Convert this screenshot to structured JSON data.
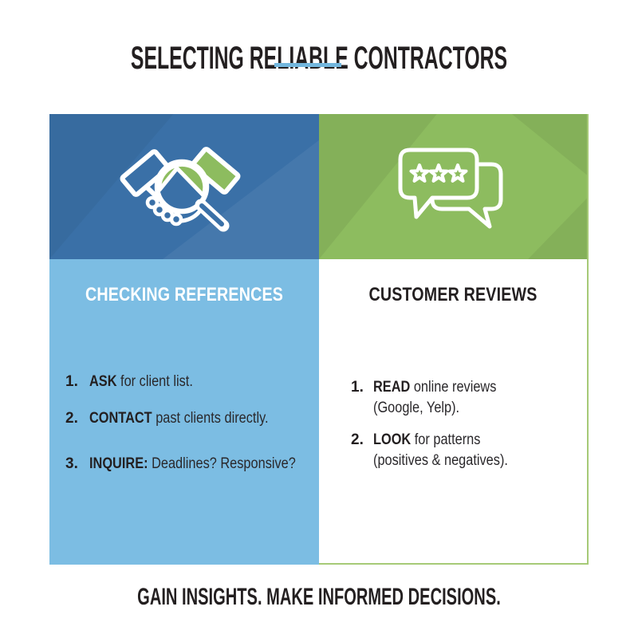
{
  "header": {
    "title": "SELECTING RELIABLE CONTRACTORS"
  },
  "footer": {
    "text": "GAIN INSIGHTS. MAKE INFORMED DECISIONS."
  },
  "colors": {
    "dark_blue": "#3A70A7",
    "light_blue": "#7CBDE3",
    "green": "#8DBC5F",
    "green_border": "#A6CA77",
    "underline_blue": "#72B6DD",
    "text_dark": "#231F20",
    "icon_stroke": "#FFFFFF"
  },
  "panels": {
    "left": {
      "heading": "CHECKING REFERENCES",
      "icon": "handshake-magnifier",
      "items": [
        {
          "num": "1.",
          "keyword": "ASK",
          "rest": "for client list."
        },
        {
          "num": "2.",
          "keyword": "CONTACT",
          "rest": "past clients directly."
        },
        {
          "num": "3.",
          "keyword": "INQUIRE:",
          "rest": "Deadlines? Responsive?"
        }
      ]
    },
    "right": {
      "heading": "CUSTOMER REVIEWS",
      "icon": "review-speech-bubbles",
      "items": [
        {
          "num": "1.",
          "keyword": "READ",
          "rest": "online reviews",
          "rest2": "(Google, Yelp)."
        },
        {
          "num": "2.",
          "keyword": "LOOK",
          "rest": "for patterns",
          "rest2": "(positives & negatives)."
        }
      ]
    }
  }
}
